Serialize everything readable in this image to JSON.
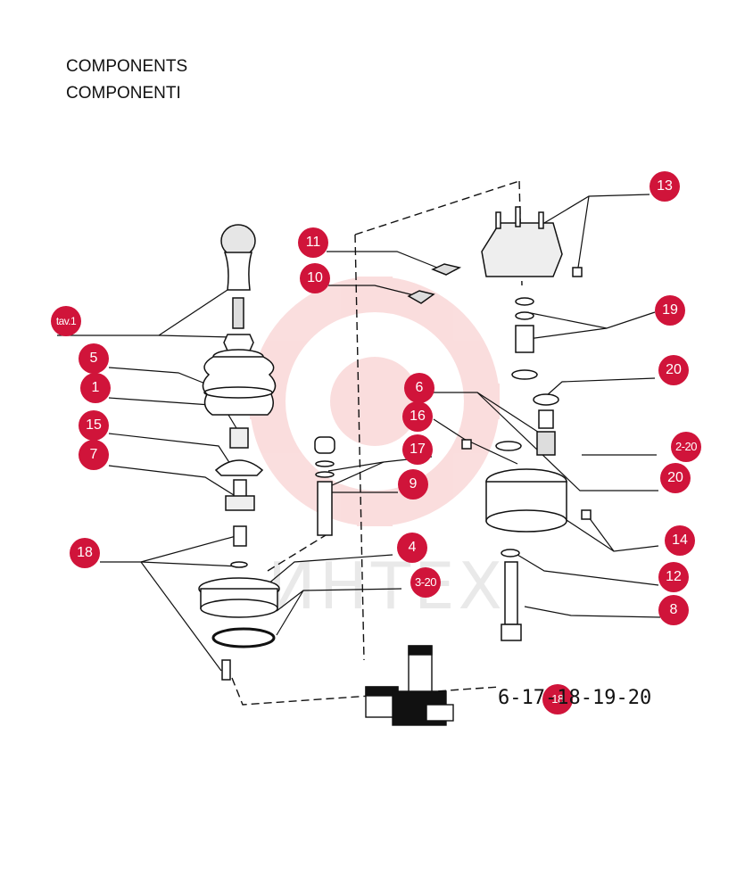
{
  "title": {
    "line1": "COMPONENTS",
    "line2": "COMPONENTI"
  },
  "watermark": {
    "text": "ИНТЕХ"
  },
  "bottom_label": "6-17-18-19-20",
  "callouts": [
    {
      "id": "tav1",
      "label": "tav.1"
    },
    {
      "id": "1",
      "label": "1"
    },
    {
      "id": "4",
      "label": "4"
    },
    {
      "id": "5",
      "label": "5"
    },
    {
      "id": "6",
      "label": "6"
    },
    {
      "id": "7",
      "label": "7"
    },
    {
      "id": "8",
      "label": "8"
    },
    {
      "id": "9",
      "label": "9"
    },
    {
      "id": "10",
      "label": "10"
    },
    {
      "id": "11",
      "label": "11"
    },
    {
      "id": "12",
      "label": "12"
    },
    {
      "id": "13",
      "label": "13"
    },
    {
      "id": "14",
      "label": "14"
    },
    {
      "id": "15",
      "label": "15"
    },
    {
      "id": "16",
      "label": "16"
    },
    {
      "id": "17",
      "label": "17"
    },
    {
      "id": "18a",
      "label": "18"
    },
    {
      "id": "18b",
      "label": "18"
    },
    {
      "id": "19",
      "label": "19"
    },
    {
      "id": "20a",
      "label": "20"
    },
    {
      "id": "20b",
      "label": "20"
    },
    {
      "id": "2-20",
      "label": "2-20"
    },
    {
      "id": "3-20",
      "label": "3-20"
    }
  ],
  "colors": {
    "callout": "#d0143a",
    "line": "#111111",
    "watermark": "#f2c9c9"
  }
}
